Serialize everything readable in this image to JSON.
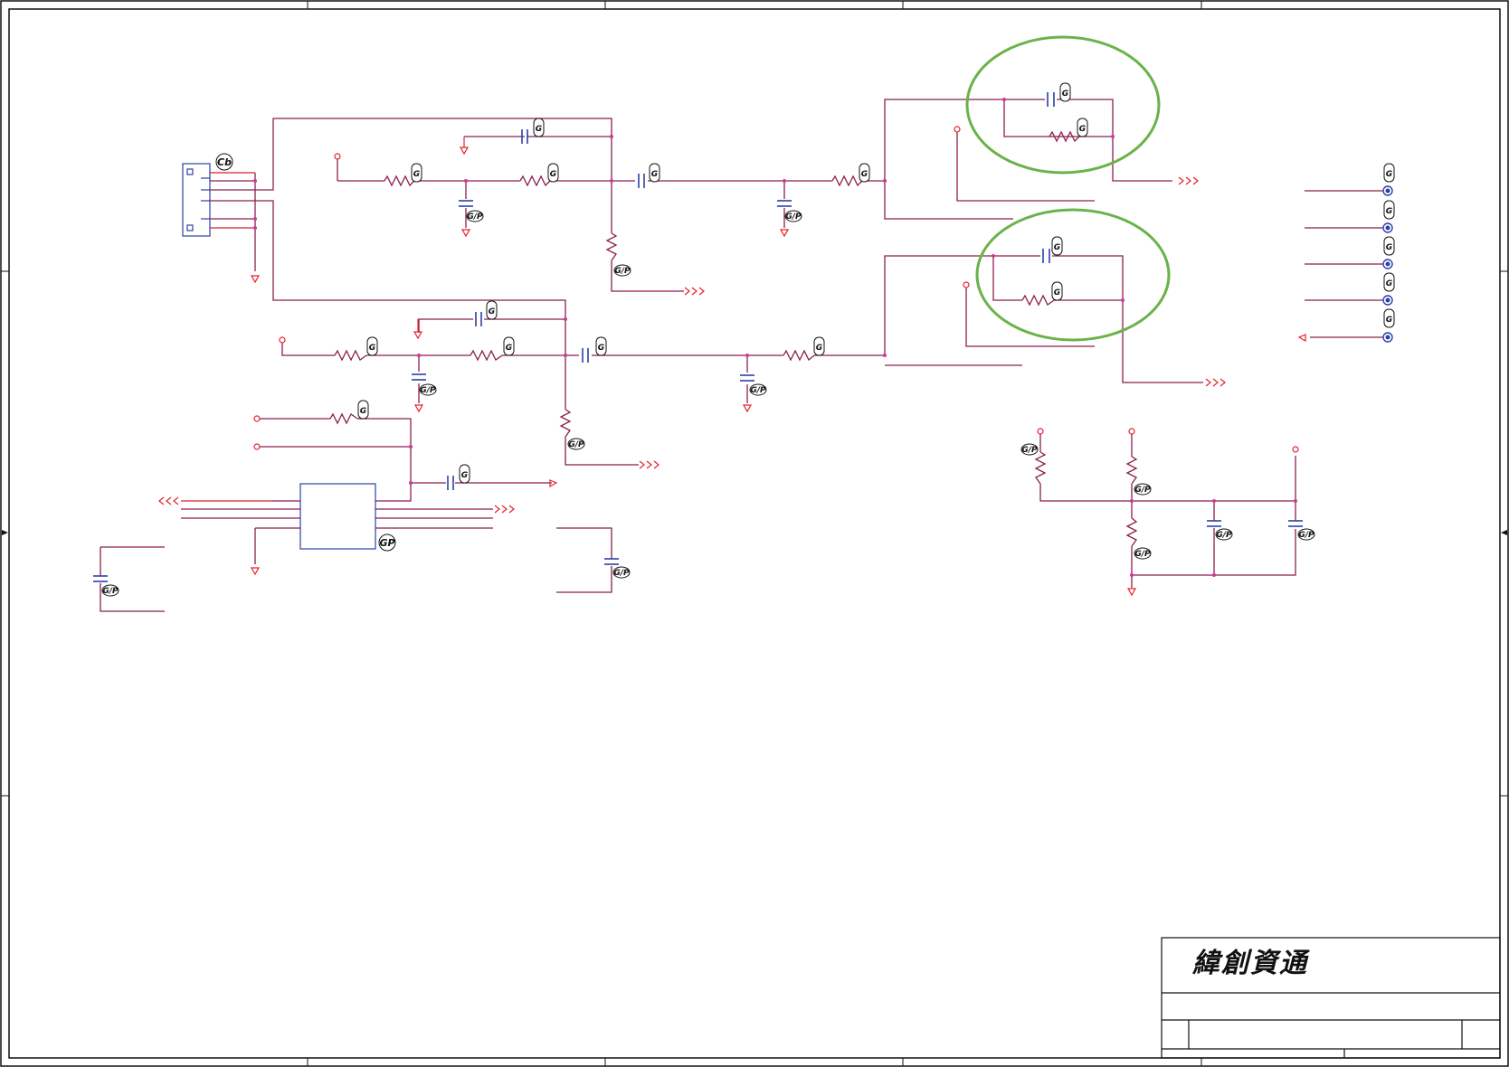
{
  "title_block": {
    "company_name": "緯創資通"
  },
  "badges": {
    "connector": "Cb",
    "ic": "GP",
    "part_mark": "G",
    "part_mark_gp": "G/P"
  },
  "colors": {
    "wire": "#8b1f4e",
    "red_marker": "#e8202a",
    "component_blue": "#2b3fa8",
    "highlight_green": "#6ab34a",
    "border": "#111111"
  },
  "icons": {
    "off_page_connector": "triple-chevron",
    "ground": "down-triangle",
    "power_pin": "open-circle",
    "jack_pin": "double-ring"
  }
}
